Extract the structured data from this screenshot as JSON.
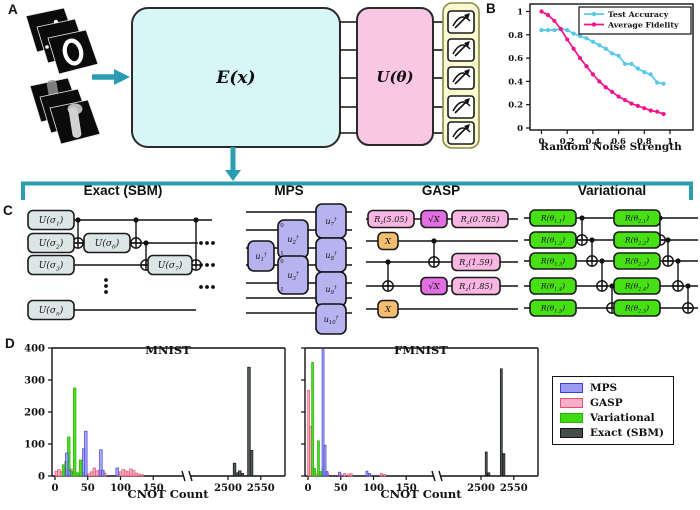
{
  "colors": {
    "teal": "#2b9cb2",
    "encoder_fill": "#d9f6f6",
    "unitary_fill": "#f9c6e3",
    "meter_bg": "#fafad0",
    "exact_gate": "#dce6e6",
    "mps_gate": "#b7b3ef",
    "rz_gate": "#f9b6e3",
    "sqrtx_gate": "#e16fe1",
    "x_gate": "#f5bd72",
    "var_gate": "#46e014",
    "wire": "#111111"
  },
  "panelA": {
    "label": "A",
    "encoder_label": "E(x)",
    "unitary_label": "U(θ)",
    "num_qubits": 5,
    "num_meters": 5,
    "dataset_images": [
      "MNIST digit stack",
      "medical X-ray stack"
    ]
  },
  "panelB": {
    "label": "B",
    "chart_data": {
      "type": "line",
      "xlabel": "Random Noise Strength",
      "xticks": [
        0,
        0.2,
        0.4,
        0.6,
        0.8,
        1
      ],
      "yticks": [
        0,
        0.2,
        0.4,
        0.6,
        0.8,
        1
      ],
      "xlim": [
        -0.03,
        1.03
      ],
      "ylim": [
        0,
        1.05
      ],
      "legend_position": "upper right",
      "x": [
        0,
        0.05,
        0.1,
        0.15,
        0.2,
        0.25,
        0.3,
        0.35,
        0.4,
        0.45,
        0.5,
        0.55,
        0.6,
        0.65,
        0.7,
        0.75,
        0.8,
        0.85,
        0.9,
        0.95
      ],
      "series": [
        {
          "name": "Test Accuracy",
          "color": "#56c8ec",
          "values": [
            0.84,
            0.84,
            0.84,
            0.85,
            0.84,
            0.81,
            0.79,
            0.77,
            0.74,
            0.71,
            0.68,
            0.64,
            0.62,
            0.55,
            0.55,
            0.51,
            0.48,
            0.46,
            0.39,
            0.38
          ]
        },
        {
          "name": "Average Fidelity",
          "color": "#f0148c",
          "values": [
            1.0,
            0.97,
            0.92,
            0.85,
            0.76,
            0.68,
            0.6,
            0.53,
            0.46,
            0.4,
            0.35,
            0.31,
            0.27,
            0.24,
            0.21,
            0.19,
            0.17,
            0.15,
            0.14,
            0.12
          ]
        }
      ]
    }
  },
  "panelC": {
    "label": "C",
    "circuits": {
      "exact": {
        "title": "Exact (SBM)",
        "gate_labels": {
          "g1": "U(σ_{1})",
          "g2": "U(σ_{2})",
          "g3": "U(σ_{3})",
          "gn": "U(σ_{n})",
          "g6": "U(σ_{6})",
          "g7": "U(σ_{7})"
        }
      },
      "mps": {
        "title": "MPS",
        "gate_labels": [
          "u_{1}^{†}",
          "u_{2}^{†}",
          "u_{3}^{†}",
          "u_{7}^{†}",
          "u_{8}^{†}",
          "u_{9}^{†}",
          "u_{10}^{†}"
        ],
        "pin_labels": [
          "0",
          "1"
        ]
      },
      "gasp": {
        "title": "GASP",
        "wire1": [
          "R_{z}(5.05)",
          "√X",
          "R_{z}(0.785)"
        ],
        "wire2_gate": "X",
        "wire3_gate": "R_{z}(1.59)",
        "wire4": [
          "√X",
          "R_{z}(1.85)"
        ],
        "wire5_gate": "X"
      },
      "variational": {
        "title": "Variational",
        "layer1": [
          "R(θ_{1,1})",
          "R(θ_{1,2})",
          "R(θ_{1,3})",
          "R(θ_{1,4})",
          "R(θ_{1,5})"
        ],
        "layer2": [
          "R(θ_{2,1})",
          "R(θ_{2,2})",
          "R(θ_{2,3})",
          "R(θ_{2,4})",
          "R(θ_{2,5})"
        ]
      }
    }
  },
  "panelD": {
    "label": "D",
    "legend": [
      {
        "label": "MPS",
        "fill": "#9b9bf2",
        "edge": "#3d3dd8"
      },
      {
        "label": "GASP",
        "fill": "#f8aec6",
        "edge": "#e8506e"
      },
      {
        "label": "Variational",
        "fill": "#3ddc11",
        "edge": "#2db007"
      },
      {
        "label": "Exact (SBM)",
        "fill": "#454d4d",
        "edge": "#101414"
      }
    ],
    "chart_data": [
      {
        "type": "bar",
        "title": "MNIST",
        "xlabel": "CNOT Count",
        "yticks": [
          0,
          100,
          200,
          300,
          400
        ],
        "ylim": [
          0,
          400
        ],
        "xticks": [
          0,
          50,
          100,
          150,
          2500,
          2550
        ],
        "axis_break": true,
        "show_ytick_labels": true,
        "bin_width": 4,
        "series": [
          {
            "name": "GASP",
            "bars": [
              [
                2,
                15
              ],
              [
                6,
                20
              ],
              [
                10,
                13
              ],
              [
                14,
                18
              ],
              [
                18,
                9
              ],
              [
                22,
                16
              ],
              [
                26,
                22
              ],
              [
                30,
                12
              ],
              [
                34,
                7
              ],
              [
                52,
                7
              ],
              [
                56,
                13
              ],
              [
                60,
                25
              ],
              [
                64,
                16
              ],
              [
                68,
                18
              ],
              [
                72,
                14
              ],
              [
                76,
                9
              ],
              [
                100,
                13
              ],
              [
                104,
                20
              ],
              [
                108,
                16
              ],
              [
                112,
                13
              ],
              [
                116,
                22
              ],
              [
                120,
                17
              ],
              [
                124,
                9
              ],
              [
                128,
                6
              ],
              [
                133,
                4
              ]
            ]
          },
          {
            "name": "Variational",
            "bars": [
              [
                13,
                35
              ],
              [
                17,
                46
              ],
              [
                21,
                122
              ],
              [
                25,
                15
              ],
              [
                30,
                275
              ],
              [
                34,
                10
              ],
              [
                39,
                50
              ],
              [
                43,
                12
              ]
            ]
          },
          {
            "name": "MPS",
            "bars": [
              [
                18,
                72
              ],
              [
                22,
                17
              ],
              [
                44,
                85
              ],
              [
                47,
                140
              ],
              [
                70,
                82
              ],
              [
                73,
                18
              ],
              [
                95,
                25
              ]
            ]
          },
          {
            "name": "Exact (SBM)",
            "bars": [
              [
                2510,
                40
              ],
              [
                2514,
                10
              ],
              [
                2518,
                16
              ],
              [
                2522,
                8
              ],
              [
                2532,
                340
              ],
              [
                2536,
                80
              ]
            ]
          }
        ]
      },
      {
        "type": "bar",
        "title": "FMNIST",
        "xlabel": "CNOT Count",
        "yticks": [
          0,
          100,
          200,
          300,
          400
        ],
        "ylim": [
          0,
          400
        ],
        "xticks": [
          0,
          50,
          100,
          150,
          2500,
          2550
        ],
        "axis_break": true,
        "show_ytick_labels": false,
        "bin_width": 3,
        "series": [
          {
            "name": "GASP",
            "bars": [
              [
                1,
                268
              ],
              [
                4,
                155
              ],
              [
                7,
                25
              ],
              [
                10,
                14
              ],
              [
                13,
                8
              ],
              [
                30,
                7
              ],
              [
                50,
                6
              ],
              [
                56,
                8
              ],
              [
                62,
                6
              ],
              [
                66,
                7
              ],
              [
                95,
                5
              ],
              [
                112,
                8
              ],
              [
                117,
                5
              ]
            ]
          },
          {
            "name": "Variational",
            "bars": [
              [
                7,
                355
              ],
              [
                10,
                24
              ],
              [
                16,
                110
              ],
              [
                19,
                14
              ],
              [
                23,
                30
              ],
              [
                28,
                12
              ]
            ]
          },
          {
            "name": "MPS",
            "bars": [
              [
                23,
                395
              ],
              [
                26,
                96
              ],
              [
                29,
                14
              ],
              [
                48,
                12
              ],
              [
                90,
                15
              ],
              [
                94,
                8
              ]
            ]
          },
          {
            "name": "Exact (SBM)",
            "bars": [
              [
                2508,
                75
              ],
              [
                2512,
                10
              ],
              [
                2531,
                335
              ],
              [
                2535,
                70
              ]
            ]
          }
        ]
      }
    ]
  }
}
